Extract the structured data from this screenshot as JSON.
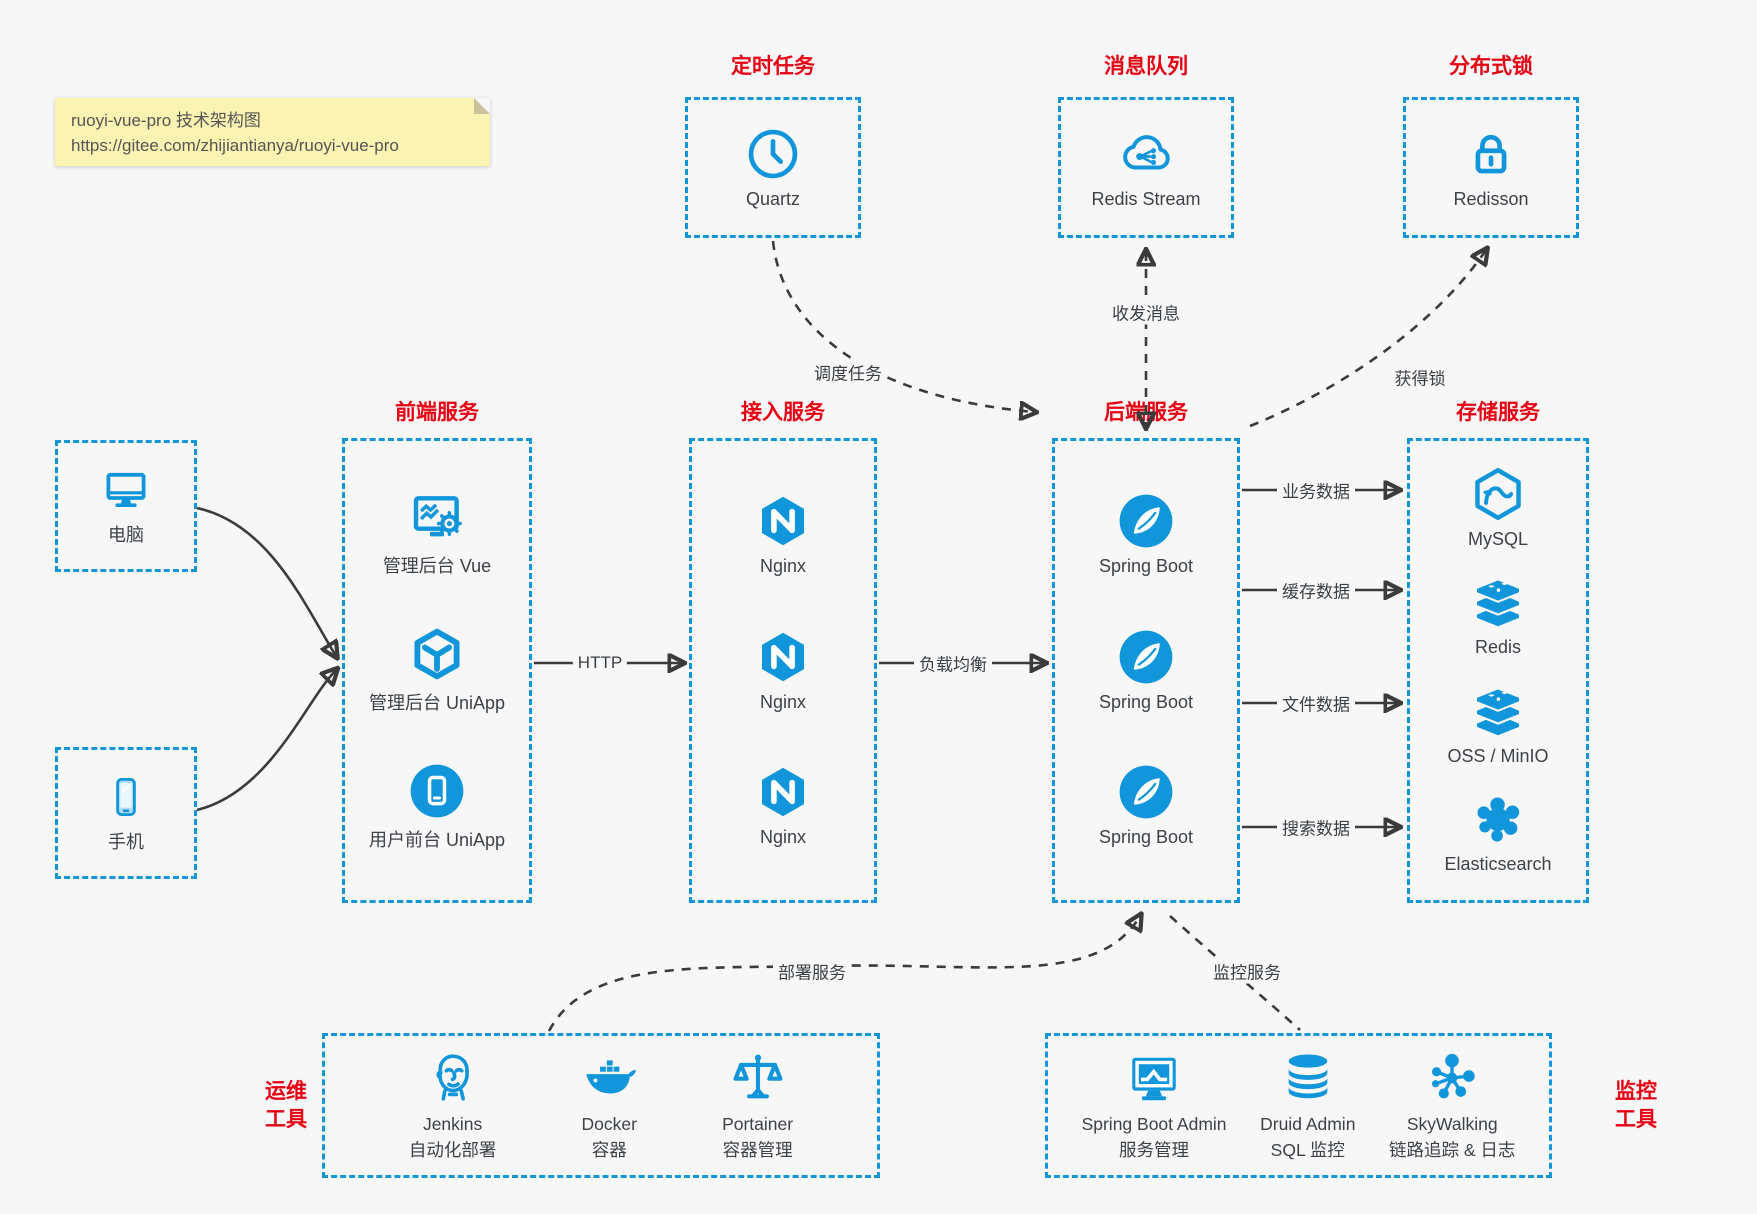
{
  "note": {
    "line1": "ruoyi-vue-pro 技术架构图",
    "line2": "https://gitee.com/zhijiantianya/ruoyi-vue-pro"
  },
  "colors": {
    "accent_blue": "#1296db",
    "title_red": "#e60012",
    "background": "#f7f7f8",
    "note_bg": "#faf3b1",
    "arrow": "#3b3b3b"
  },
  "top": {
    "scheduler": {
      "title": "定时任务",
      "label": "Quartz"
    },
    "mq": {
      "title": "消息队列",
      "label": "Redis Stream"
    },
    "lock": {
      "title": "分布式锁",
      "label": "Redisson"
    }
  },
  "clients": {
    "pc": "电脑",
    "mobile": "手机"
  },
  "frontend": {
    "title": "前端服务",
    "items": [
      "管理后台 Vue",
      "管理后台 UniApp",
      "用户前台 UniApp"
    ]
  },
  "gateway": {
    "title": "接入服务",
    "items": [
      "Nginx",
      "Nginx",
      "Nginx"
    ]
  },
  "backend": {
    "title": "后端服务",
    "items": [
      "Spring Boot",
      "Spring Boot",
      "Spring Boot"
    ]
  },
  "storage": {
    "title": "存储服务",
    "items": [
      "MySQL",
      "Redis",
      "OSS / MinIO",
      "Elasticsearch"
    ]
  },
  "ops": {
    "title_line1": "运维",
    "title_line2": "工具",
    "items": [
      {
        "name": "Jenkins",
        "desc": "自动化部署"
      },
      {
        "name": "Docker",
        "desc": "容器"
      },
      {
        "name": "Portainer",
        "desc": "容器管理"
      }
    ]
  },
  "monitoring": {
    "title_line1": "监控",
    "title_line2": "工具",
    "items": [
      {
        "name": "Spring Boot Admin",
        "desc": "服务管理"
      },
      {
        "name": "Druid Admin",
        "desc": "SQL 监控"
      },
      {
        "name": "SkyWalking",
        "desc": "链路追踪 & 日志"
      }
    ]
  },
  "edges": {
    "http": "HTTP",
    "load_balance": "负载均衡",
    "business_data": "业务数据",
    "cache_data": "缓存数据",
    "file_data": "文件数据",
    "search_data": "搜索数据",
    "schedule_task": "调度任务",
    "send_receive_msg": "收发消息",
    "acquire_lock": "获得锁",
    "deploy_service": "部署服务",
    "monitor_service": "监控服务"
  }
}
